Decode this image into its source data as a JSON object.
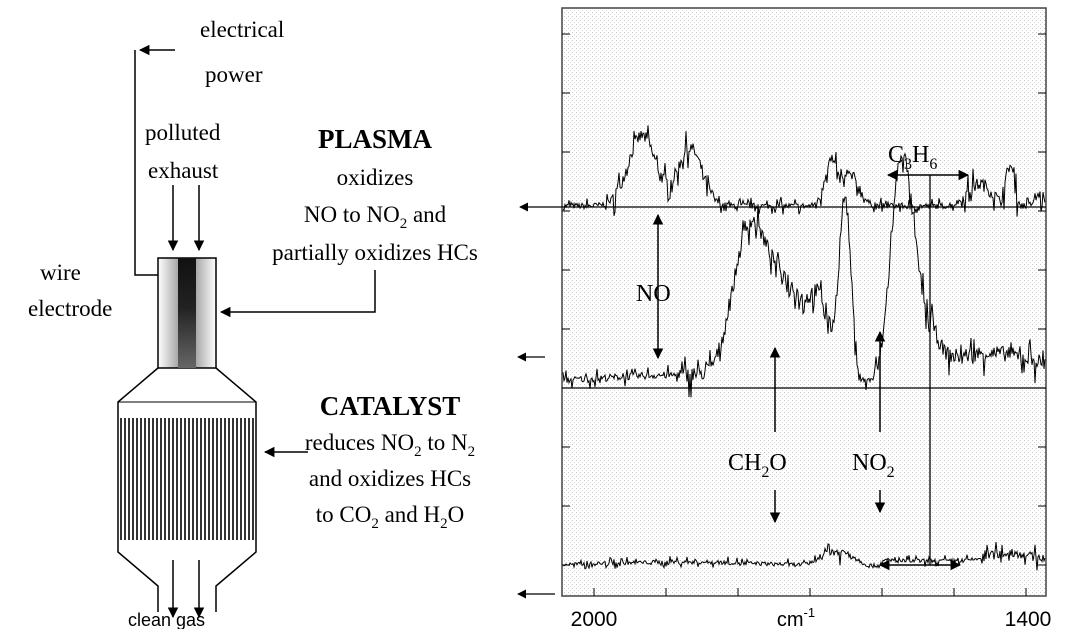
{
  "diagram": {
    "power_label_1": "electrical",
    "power_label_2": "power",
    "exhaust_label_1": "polluted",
    "exhaust_label_2": "exhaust",
    "wire_label_1": "wire",
    "wire_label_2": "electrode",
    "clean_gas_label": "clean gas",
    "plasma_title": "PLASMA",
    "plasma_line_1": "oxidizes",
    "plasma_line_2a": "NO to NO",
    "plasma_line_2b": "2",
    "plasma_line_2c": " and",
    "plasma_line_3": "partially oxidizes HCs",
    "catalyst_title": "CATALYST",
    "catalyst_line_1a": "reduces NO",
    "catalyst_line_1b": "2",
    "catalyst_line_1c": " to N",
    "catalyst_line_1d": "2",
    "catalyst_line_2": "and oxidizes HCs",
    "catalyst_line_3a": "to CO",
    "catalyst_line_3b": "2",
    "catalyst_line_3c": " and H",
    "catalyst_line_3d": "2",
    "catalyst_line_3e": "O"
  },
  "spectrum": {
    "x_tick_left": "2000",
    "x_tick_right": "1400",
    "x_unit_base": "cm",
    "x_unit_exp": "-1",
    "label_c3h6_a": "C",
    "label_c3h6_b": "3",
    "label_c3h6_c": "H",
    "label_c3h6_d": "6",
    "label_no": "NO",
    "label_ch2o_a": "CH",
    "label_ch2o_b": "2",
    "label_ch2o_c": "O",
    "label_no2_a": "NO",
    "label_no2_b": "2"
  }
}
